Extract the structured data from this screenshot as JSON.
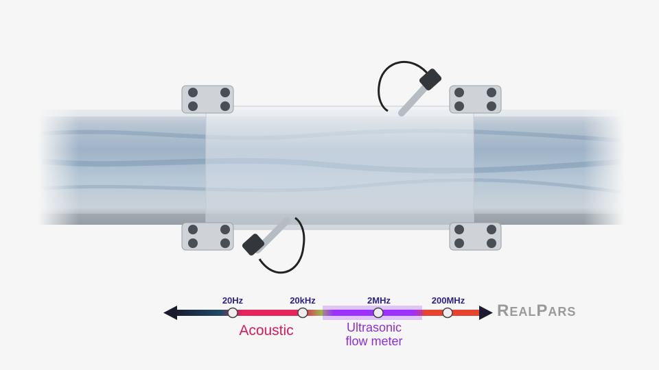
{
  "spectrum": {
    "ticks": [
      "20Hz",
      "20kHz",
      "2MHz",
      "200MHz"
    ],
    "acoustic_label": "Acoustic",
    "ultrasonic_label_line1": "Ultrasonic",
    "ultrasonic_label_line2": "flow meter",
    "colors": {
      "infrasonic": "#1f4a66",
      "acoustic": "#e8245c",
      "transition": "#9cb84a",
      "ultrasonic": "#9b30ff",
      "high": "#e8432f"
    }
  },
  "logo": {
    "first": "R",
    "mid": "EAL",
    "second": "P",
    "rest": "ARS"
  }
}
